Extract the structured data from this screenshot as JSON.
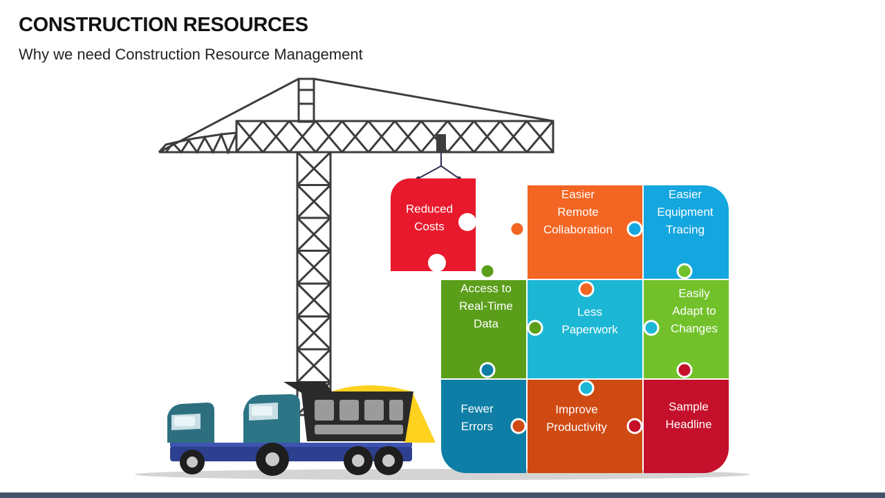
{
  "header": {
    "title": "CONSTRUCTION RESOURCES",
    "subtitle": "Why we need Construction Resource Management"
  },
  "illustration": {
    "icons": [
      "tower-crane-icon",
      "dump-truck-icon"
    ]
  },
  "puzzle": {
    "pieces": [
      {
        "id": "reduced-costs",
        "lines": [
          "Reduced",
          "Costs"
        ],
        "color": "#e8192c"
      },
      {
        "id": "remote-collaboration",
        "lines": [
          "Easier",
          "Remote",
          "Collaboration"
        ],
        "color": "#f26522"
      },
      {
        "id": "equipment-tracing",
        "lines": [
          "Easier",
          "Equipment",
          "Tracing"
        ],
        "color": "#14a6df"
      },
      {
        "id": "real-time-data",
        "lines": [
          "Access to",
          "Real-Time",
          "Data"
        ],
        "color": "#5a9e1a"
      },
      {
        "id": "less-paperwork",
        "lines": [
          "Less",
          "Paperwork"
        ],
        "color": "#1cb7d5"
      },
      {
        "id": "adapt-changes",
        "lines": [
          "Easily",
          "Adapt to",
          "Changes"
        ],
        "color": "#72c12b"
      },
      {
        "id": "fewer-errors",
        "lines": [
          "Fewer",
          "Errors"
        ],
        "color": "#0e7ea6"
      },
      {
        "id": "improve-productivity",
        "lines": [
          "Improve",
          "Productivity"
        ],
        "color": "#cf4a12"
      },
      {
        "id": "sample-headline",
        "lines": [
          "Sample",
          "Headline"
        ],
        "color": "#c4102b"
      }
    ]
  }
}
